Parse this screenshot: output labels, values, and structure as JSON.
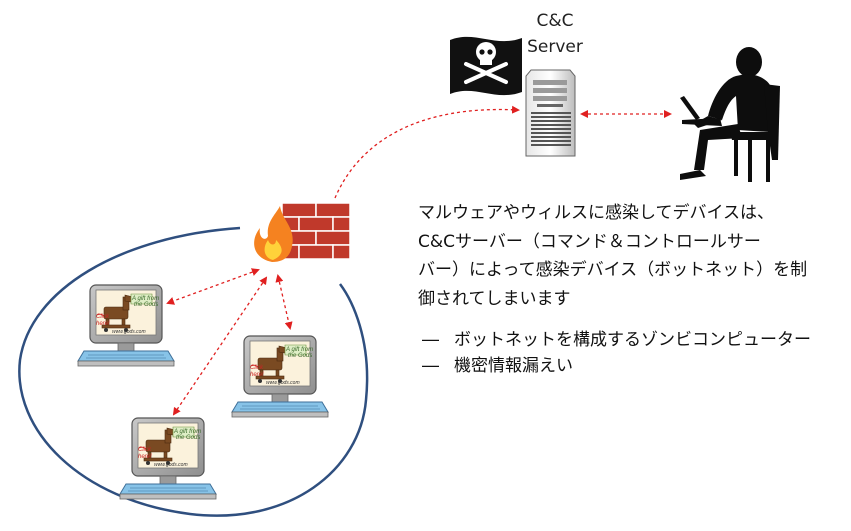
{
  "server_label": {
    "line1": "C&C",
    "line2": "Server"
  },
  "description": [
    "マルウェアやウィルスに感染してデバイスは、",
    "C&Cサーバー（コマンド＆コントロールサー",
    "バー）によって感染デバイス（ボットネット）を制",
    "御されてしまいます"
  ],
  "bullets": [
    {
      "dash": "―",
      "text": "ボットネットを構成するゾンビコンピューター"
    },
    {
      "dash": "―",
      "text": "機密情報漏えい"
    }
  ],
  "computer_screen_text": {
    "caption_line1": "A gift from",
    "caption_line2": "the Gods",
    "click_line1": "Click",
    "click_line2": "here!",
    "url": "www.gods.com"
  },
  "colors": {
    "arrow": "#e02020",
    "network_ellipse": "#2f4f7f",
    "brick": "#c0392b",
    "monitor": "#a9a9a9",
    "keyboard": "#87c3e8"
  },
  "icons": [
    "pirate-flag-icon",
    "server-tower-icon",
    "hacker-silhouette-icon",
    "firewall-icon",
    "infected-computer-icon"
  ]
}
